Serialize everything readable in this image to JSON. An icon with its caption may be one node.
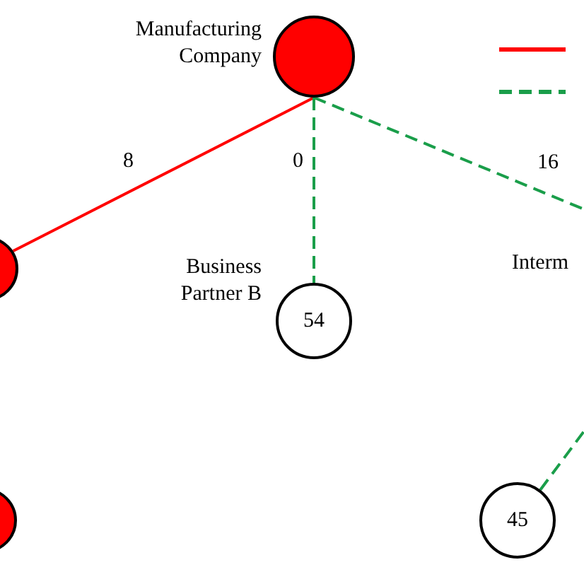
{
  "diagram": {
    "nodes": [
      {
        "text": [],
        "shape": "circle",
        "beside": [
          "Manufacturing Company"
        ]
      },
      {
        "text": [],
        "shape": "circle"
      },
      {
        "text": [
          "54"
        ],
        "beside": [
          "Business Partner B"
        ]
      },
      {
        "text": [
          "45"
        ]
      },
      {
        "text": [],
        "shape": "circle"
      }
    ],
    "edges": [
      {
        "from": 0,
        "to": 1,
        "arrow": "none",
        "label": "8",
        "color": "#ff0000"
      },
      {
        "from": 0,
        "to": 2,
        "arrow": "none",
        "label": "0",
        "style": "dashed"
      },
      {
        "from": 0,
        "to": null,
        "arrow": "none",
        "label": "16",
        "style": "dashed"
      },
      {
        "from": 3,
        "to": null,
        "arrow": "none",
        "style": "dashed"
      }
    ],
    "labels": [
      "Interm"
    ]
  }
}
